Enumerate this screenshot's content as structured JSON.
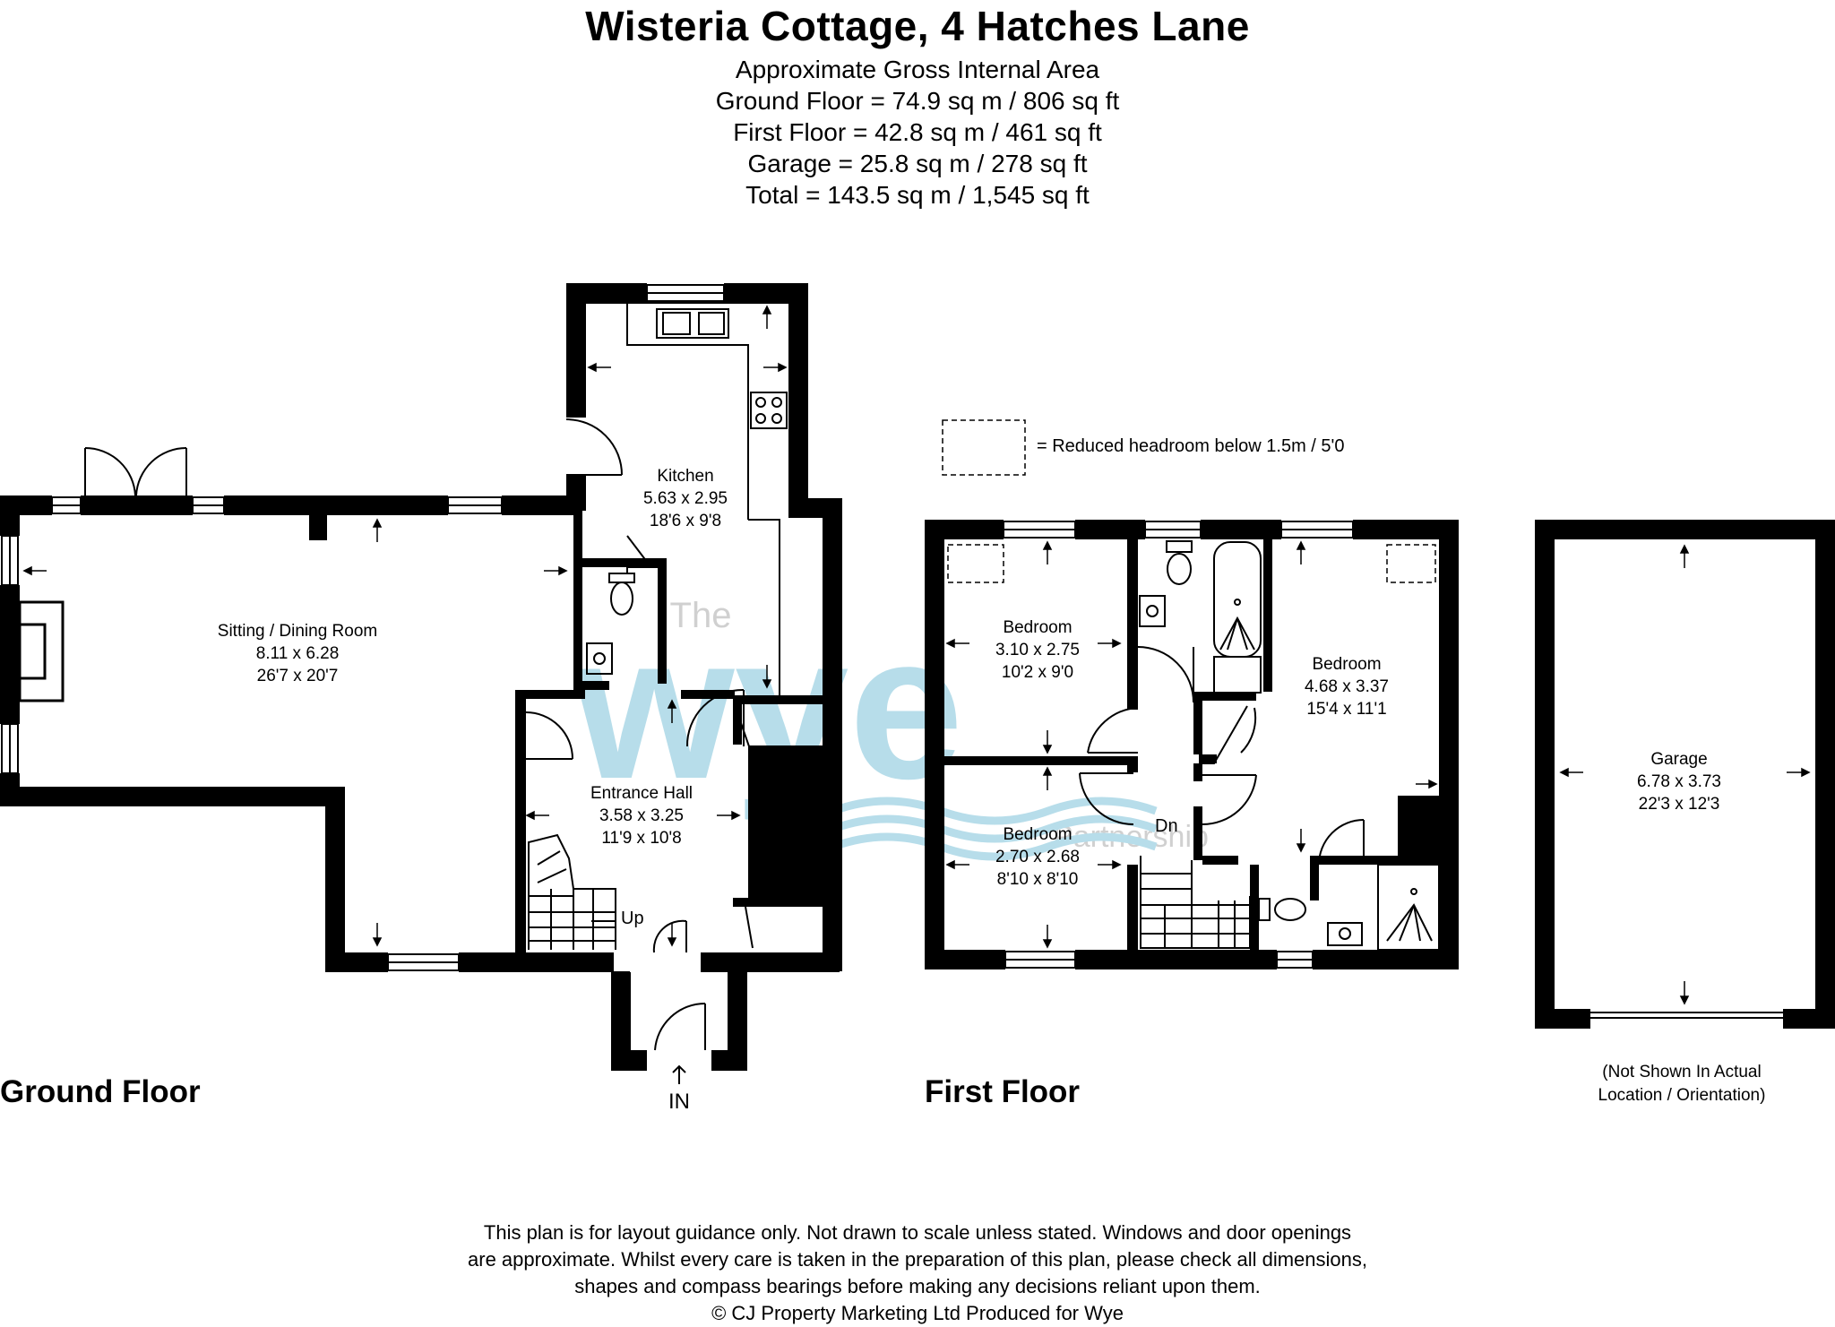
{
  "header": {
    "title": "Wisteria Cottage, 4 Hatches Lane",
    "area_heading": "Approximate Gross Internal Area",
    "ground_floor": "Ground Floor = 74.9 sq m / 806 sq ft",
    "first_floor": "First Floor = 42.8 sq m / 461 sq ft",
    "garage": "Garage = 25.8 sq m / 278 sq ft",
    "total": "Total = 143.5 sq m / 1,545 sq ft"
  },
  "legend": {
    "text": "= Reduced headroom below 1.5m / 5'0"
  },
  "ground_floor": {
    "label": "Ground Floor",
    "rooms": {
      "kitchen": {
        "name": "Kitchen",
        "metric": "5.63 x 2.95",
        "imperial": "18'6 x 9'8"
      },
      "sitting": {
        "name": "Sitting / Dining Room",
        "metric": "8.11 x 6.28",
        "imperial": "26'7 x 20'7"
      },
      "hall": {
        "name": "Entrance Hall",
        "metric": "3.58 x 3.25",
        "imperial": "11'9 x 10'8"
      }
    },
    "stairs_label": "Up",
    "entry_label": "IN"
  },
  "first_floor": {
    "label": "First Floor",
    "rooms": {
      "bedroom1": {
        "name": "Bedroom",
        "metric": "3.10 x 2.75",
        "imperial": "10'2 x 9'0"
      },
      "bedroom2": {
        "name": "Bedroom",
        "metric": "4.68 x 3.37",
        "imperial": "15'4 x 11'1"
      },
      "bedroom3": {
        "name": "Bedroom",
        "metric": "2.70 x 2.68",
        "imperial": "8'10 x 8'10"
      }
    },
    "stairs_label": "Dn"
  },
  "garage": {
    "name": "Garage",
    "metric": "6.78 x 3.73",
    "imperial": "22'3 x 12'3",
    "note_line1": "(Not Shown In Actual",
    "note_line2": "Location / Orientation)"
  },
  "watermark": {
    "main": "wye",
    "small": "The",
    "sub": "Partnership"
  },
  "disclaimer": {
    "line1": "This plan is for layout guidance only. Not drawn to scale unless stated. Windows and door openings",
    "line2": "are approximate. Whilst every care is taken in the preparation of this plan, please check all dimensions,",
    "line3": "shapes and compass bearings before making any decisions reliant upon them.",
    "line4": "© CJ Property Marketing Ltd  Produced for Wye"
  }
}
